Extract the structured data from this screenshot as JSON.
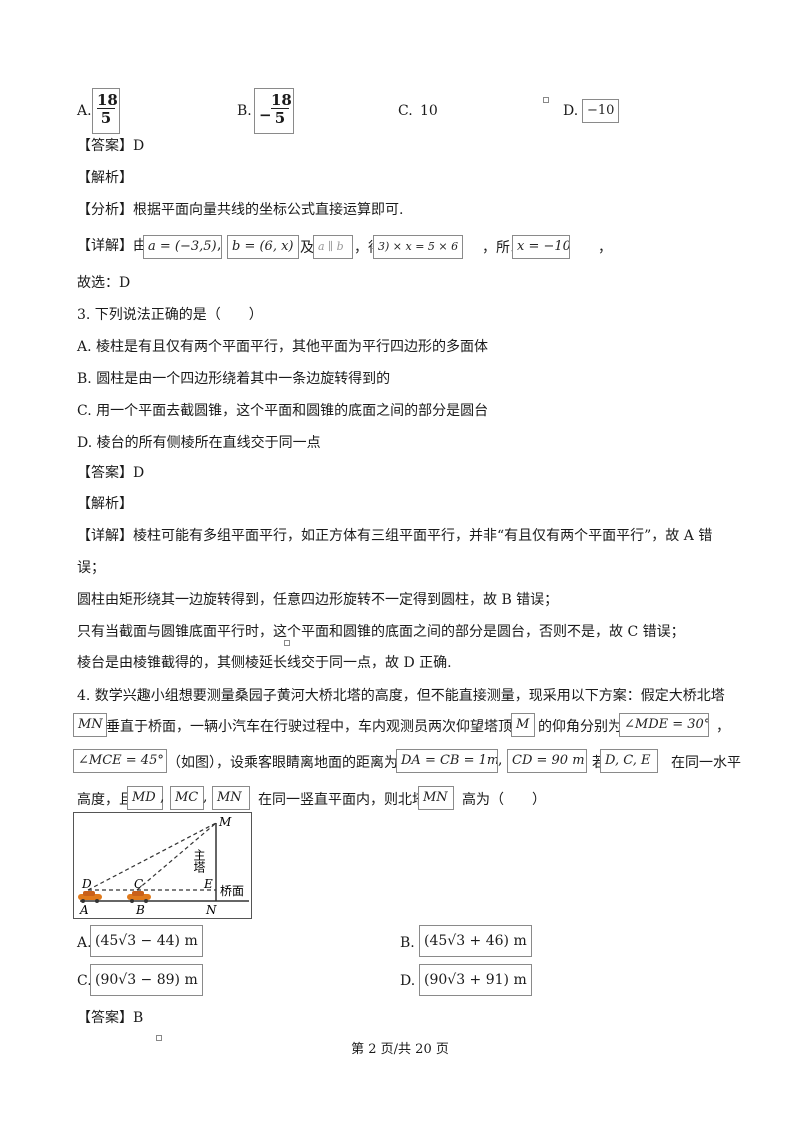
{
  "q2": {
    "options": [
      {
        "label": "A.",
        "num": "18",
        "den": "5"
      },
      {
        "label": "B.",
        "num": "18",
        "den": "5",
        "sign": "−"
      },
      {
        "label": "C.",
        "text": "10"
      },
      {
        "label": "D.",
        "text": "−10"
      }
    ],
    "answer_tag": "【答案】",
    "answer": "D",
    "analysis_tag": "【解析】",
    "fenxi_tag": "【分析】",
    "fenxi": "根据平面向量共线的坐标公式直接运算即可.",
    "detail_tag": "【详解】",
    "detail_prefix": "由",
    "vec_a": "a = (−3,5)",
    "vec_b": "b = (6, x)",
    "and_text": "及",
    "parallel": "a ∥ b",
    "get_text": "，得",
    "eq": "3) × x = 5 × 6",
    "so_text": "，所以",
    "result": "x = −10",
    "choose": "故选：D"
  },
  "q3": {
    "stem": "3. 下列说法正确的是（　　）",
    "options": [
      "A. 棱柱是有且仅有两个平面平行，其他平面为平行四边形的多面体",
      "B. 圆柱是由一个四边形绕着其中一条边旋转得到的",
      "C. 用一个平面去截圆锥，这个平面和圆锥的底面之间的部分是圆台",
      "D. 棱台的所有侧棱所在直线交于同一点"
    ],
    "answer_tag": "【答案】",
    "answer": "D",
    "analysis_tag": "【解析】",
    "detail_tag": "【详解】",
    "detail_lines": [
      "棱柱可能有多组平面平行，如正方体有三组平面平行，并非“有且仅有两个平面平行”，故 A 错",
      "误；",
      "圆柱由矩形绕其一边旋转得到，任意四边形旋转不一定得到圆柱，故 B 错误；",
      "只有当截面与圆锥底面平行时，这个平面和圆锥的底面之间的部分是圆台，否则不是，故 C 错误；",
      "棱台是由棱锥截得的，其侧棱延长线交于同一点，故 D 正确."
    ]
  },
  "q4": {
    "line1": "4. 数学兴趣小组想要测量桑园子黄河大桥北塔的高度，但不能直接测量，现采用以下方案：假定大桥北塔",
    "mn": "MN",
    "line2a": "垂直于桥面，一辆小汽车在行驶过程中，车内观测员两次仰望塔顶",
    "m": "M",
    "line2b": "的仰角分别为",
    "angle1": "∠MDE = 30°",
    "angle2": "∠MCE = 45°",
    "line3a": "（如图），设乘客眼睛离地面的距离为",
    "da": "DA = CB = 1m",
    "cd": "CD = 90 m",
    "ruo": "若",
    "dce": "D, C, E",
    "line3b": "在同一水平",
    "line4a": "高度，且",
    "md": "MD",
    "mc": "MC",
    "mn2": "MN",
    "line4b": "在同一竖直平面内，则北塔",
    "mn3": "MN",
    "line4c": "高为（　　）",
    "figure": {
      "M": "M",
      "D": "D",
      "C": "C",
      "E": "E",
      "A": "A",
      "B": "B",
      "N": "N",
      "tower": "主塔",
      "deck": "桥面"
    },
    "options": [
      {
        "label": "A.",
        "expr": "(45√3 − 44) m"
      },
      {
        "label": "B.",
        "expr": "(45√3 + 46) m"
      },
      {
        "label": "C.",
        "expr": "(90√3 − 89) m"
      },
      {
        "label": "D.",
        "expr": "(90√3 + 91) m"
      }
    ],
    "answer_tag": "【答案】",
    "answer": "B"
  },
  "footer": "第 2 页/共 20 页"
}
